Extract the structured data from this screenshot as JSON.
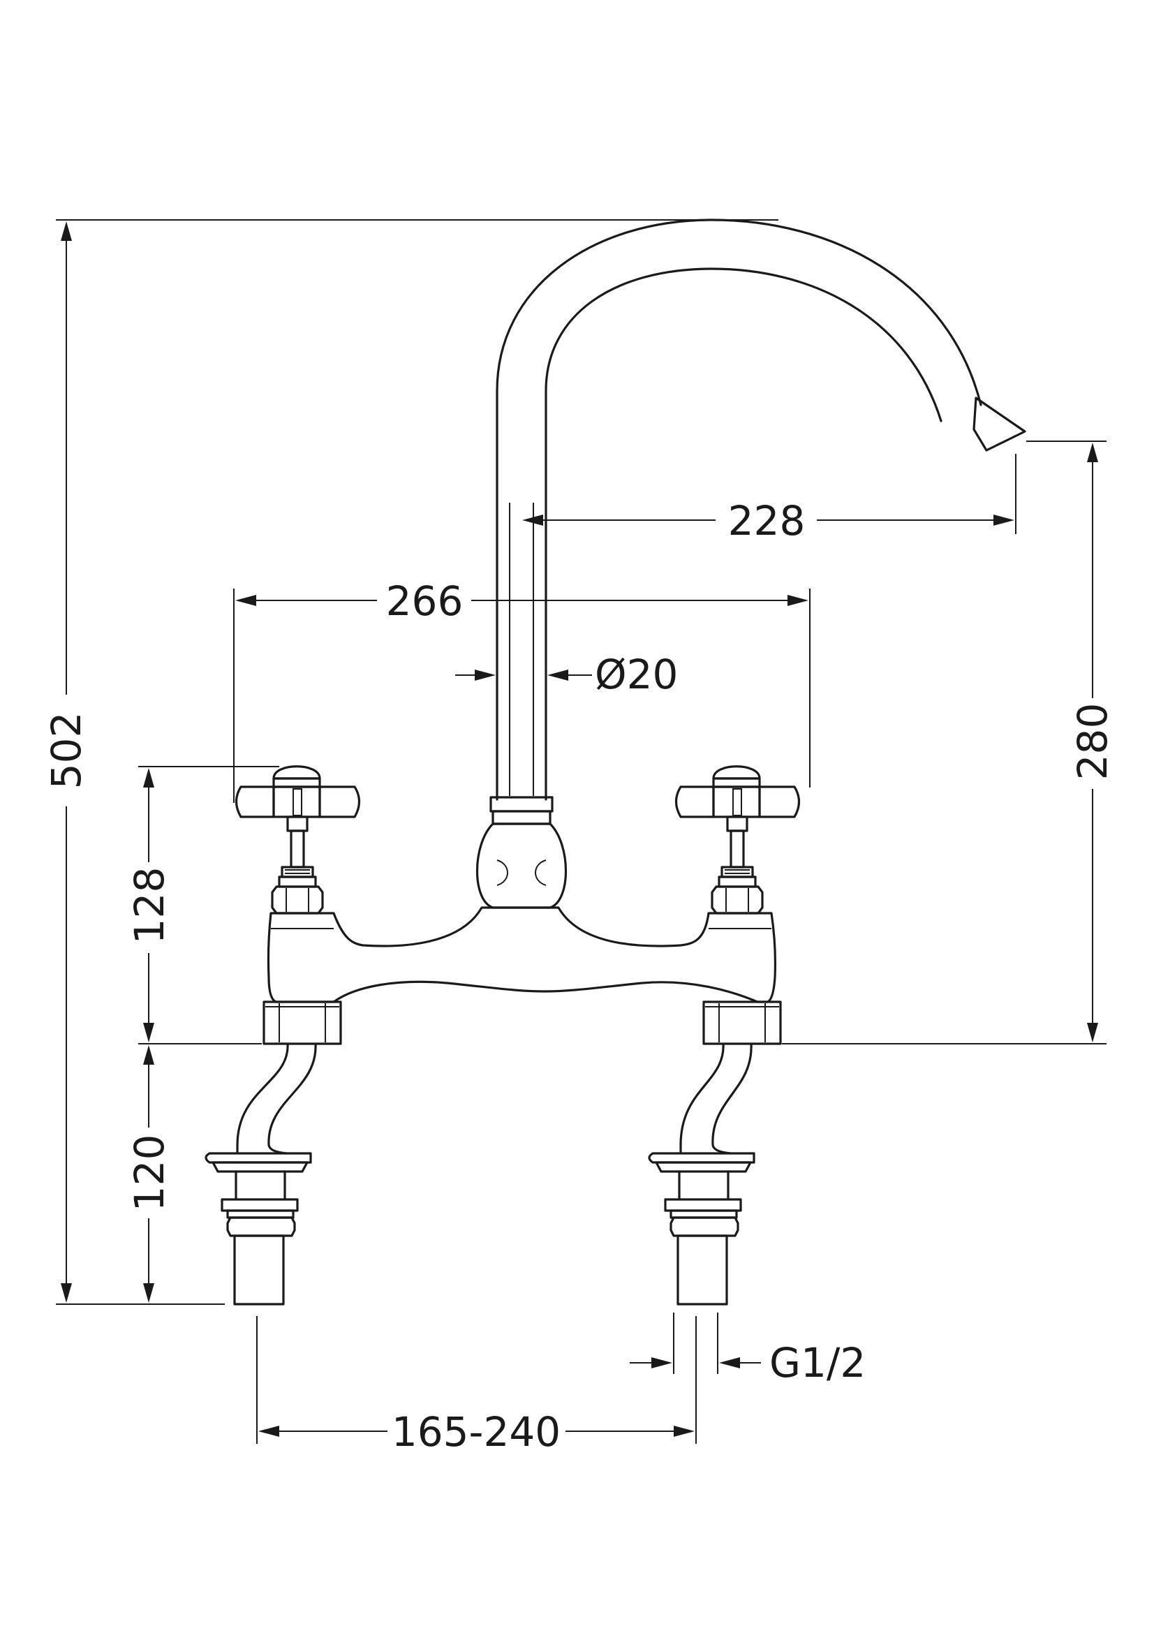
{
  "dimensions": {
    "overall_height": "502",
    "spout_reach": "228",
    "handle_span": "266",
    "spout_diameter": "Ø20",
    "spout_height": "280",
    "handle_height": "128",
    "tail_length": "120",
    "centres": "165-240",
    "thread": "G1/2"
  }
}
